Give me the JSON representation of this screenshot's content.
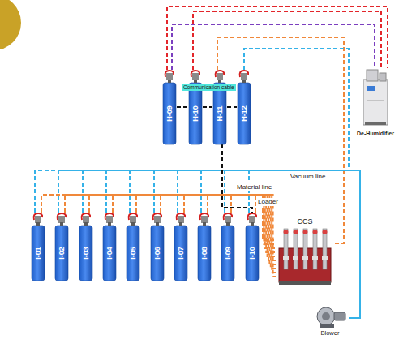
{
  "diagram": {
    "nodes": [
      {
        "text": [
          "H-09"
        ]
      },
      {
        "text": [
          "H-10"
        ]
      },
      {
        "text": [
          "H-11"
        ]
      },
      {
        "text": [
          "H-12"
        ]
      },
      {
        "text": [
          "De-Humidifier"
        ]
      },
      {
        "text": [
          "I-01"
        ]
      },
      {
        "text": [
          "I-02"
        ]
      },
      {
        "text": [
          "I-03"
        ]
      },
      {
        "text": [
          "I-04"
        ]
      },
      {
        "text": [
          "I-05"
        ]
      },
      {
        "text": [
          "I-06"
        ]
      },
      {
        "text": [
          "I-07"
        ]
      },
      {
        "text": [
          "I-08"
        ]
      },
      {
        "text": [
          "I-09"
        ]
      },
      {
        "text": [
          "I-10"
        ]
      },
      {
        "text": [
          "CCS"
        ]
      },
      {
        "text": [
          "Blower"
        ]
      }
    ],
    "edges": [
      {
        "from": 0,
        "to": 4,
        "arrow": "none"
      },
      {
        "from": 1,
        "to": 4,
        "arrow": "none"
      },
      {
        "from": 0,
        "to": 4,
        "arrow": "none"
      },
      {
        "from": 2,
        "to": 15,
        "arrow": "none"
      },
      {
        "from": 3,
        "to": 16,
        "arrow": "none"
      },
      {
        "from": 5,
        "to": 16,
        "arrow": "none"
      },
      {
        "from": 6,
        "to": 16,
        "arrow": "none"
      },
      {
        "from": 7,
        "to": 16,
        "arrow": "none"
      },
      {
        "from": 8,
        "to": 16,
        "arrow": "none"
      },
      {
        "from": 9,
        "to": 16,
        "arrow": "none"
      },
      {
        "from": 10,
        "to": 16,
        "arrow": "none"
      },
      {
        "from": 11,
        "to": 16,
        "arrow": "none"
      },
      {
        "from": 12,
        "to": 16,
        "arrow": "none"
      },
      {
        "from": 13,
        "to": 16,
        "arrow": "none"
      },
      {
        "from": 14,
        "to": 16,
        "arrow": "none"
      },
      {
        "from": 5,
        "to": 15,
        "arrow": "none"
      },
      {
        "from": 6,
        "to": 15,
        "arrow": "none"
      },
      {
        "from": 7,
        "to": 15,
        "arrow": "none"
      },
      {
        "from": 8,
        "to": 15,
        "arrow": "none"
      },
      {
        "from": 9,
        "to": 15,
        "arrow": "none"
      },
      {
        "from": 10,
        "to": 15,
        "arrow": "none"
      },
      {
        "from": 11,
        "to": 15,
        "arrow": "none"
      },
      {
        "from": 12,
        "to": 15,
        "arrow": "none"
      },
      {
        "from": 13,
        "to": 15,
        "arrow": "none"
      },
      {
        "from": 14,
        "to": 15,
        "arrow": "none"
      },
      {
        "from": 0,
        "to": 1,
        "arrow": "none"
      },
      {
        "from": 1,
        "to": 2,
        "arrow": "none"
      },
      {
        "from": 2,
        "to": 3,
        "arrow": "none"
      },
      {
        "from": 2,
        "to": 14,
        "arrow": "none"
      }
    ],
    "labels": [
      "Communication cable",
      "Vacuum line",
      "Material line",
      "Loader"
    ]
  }
}
